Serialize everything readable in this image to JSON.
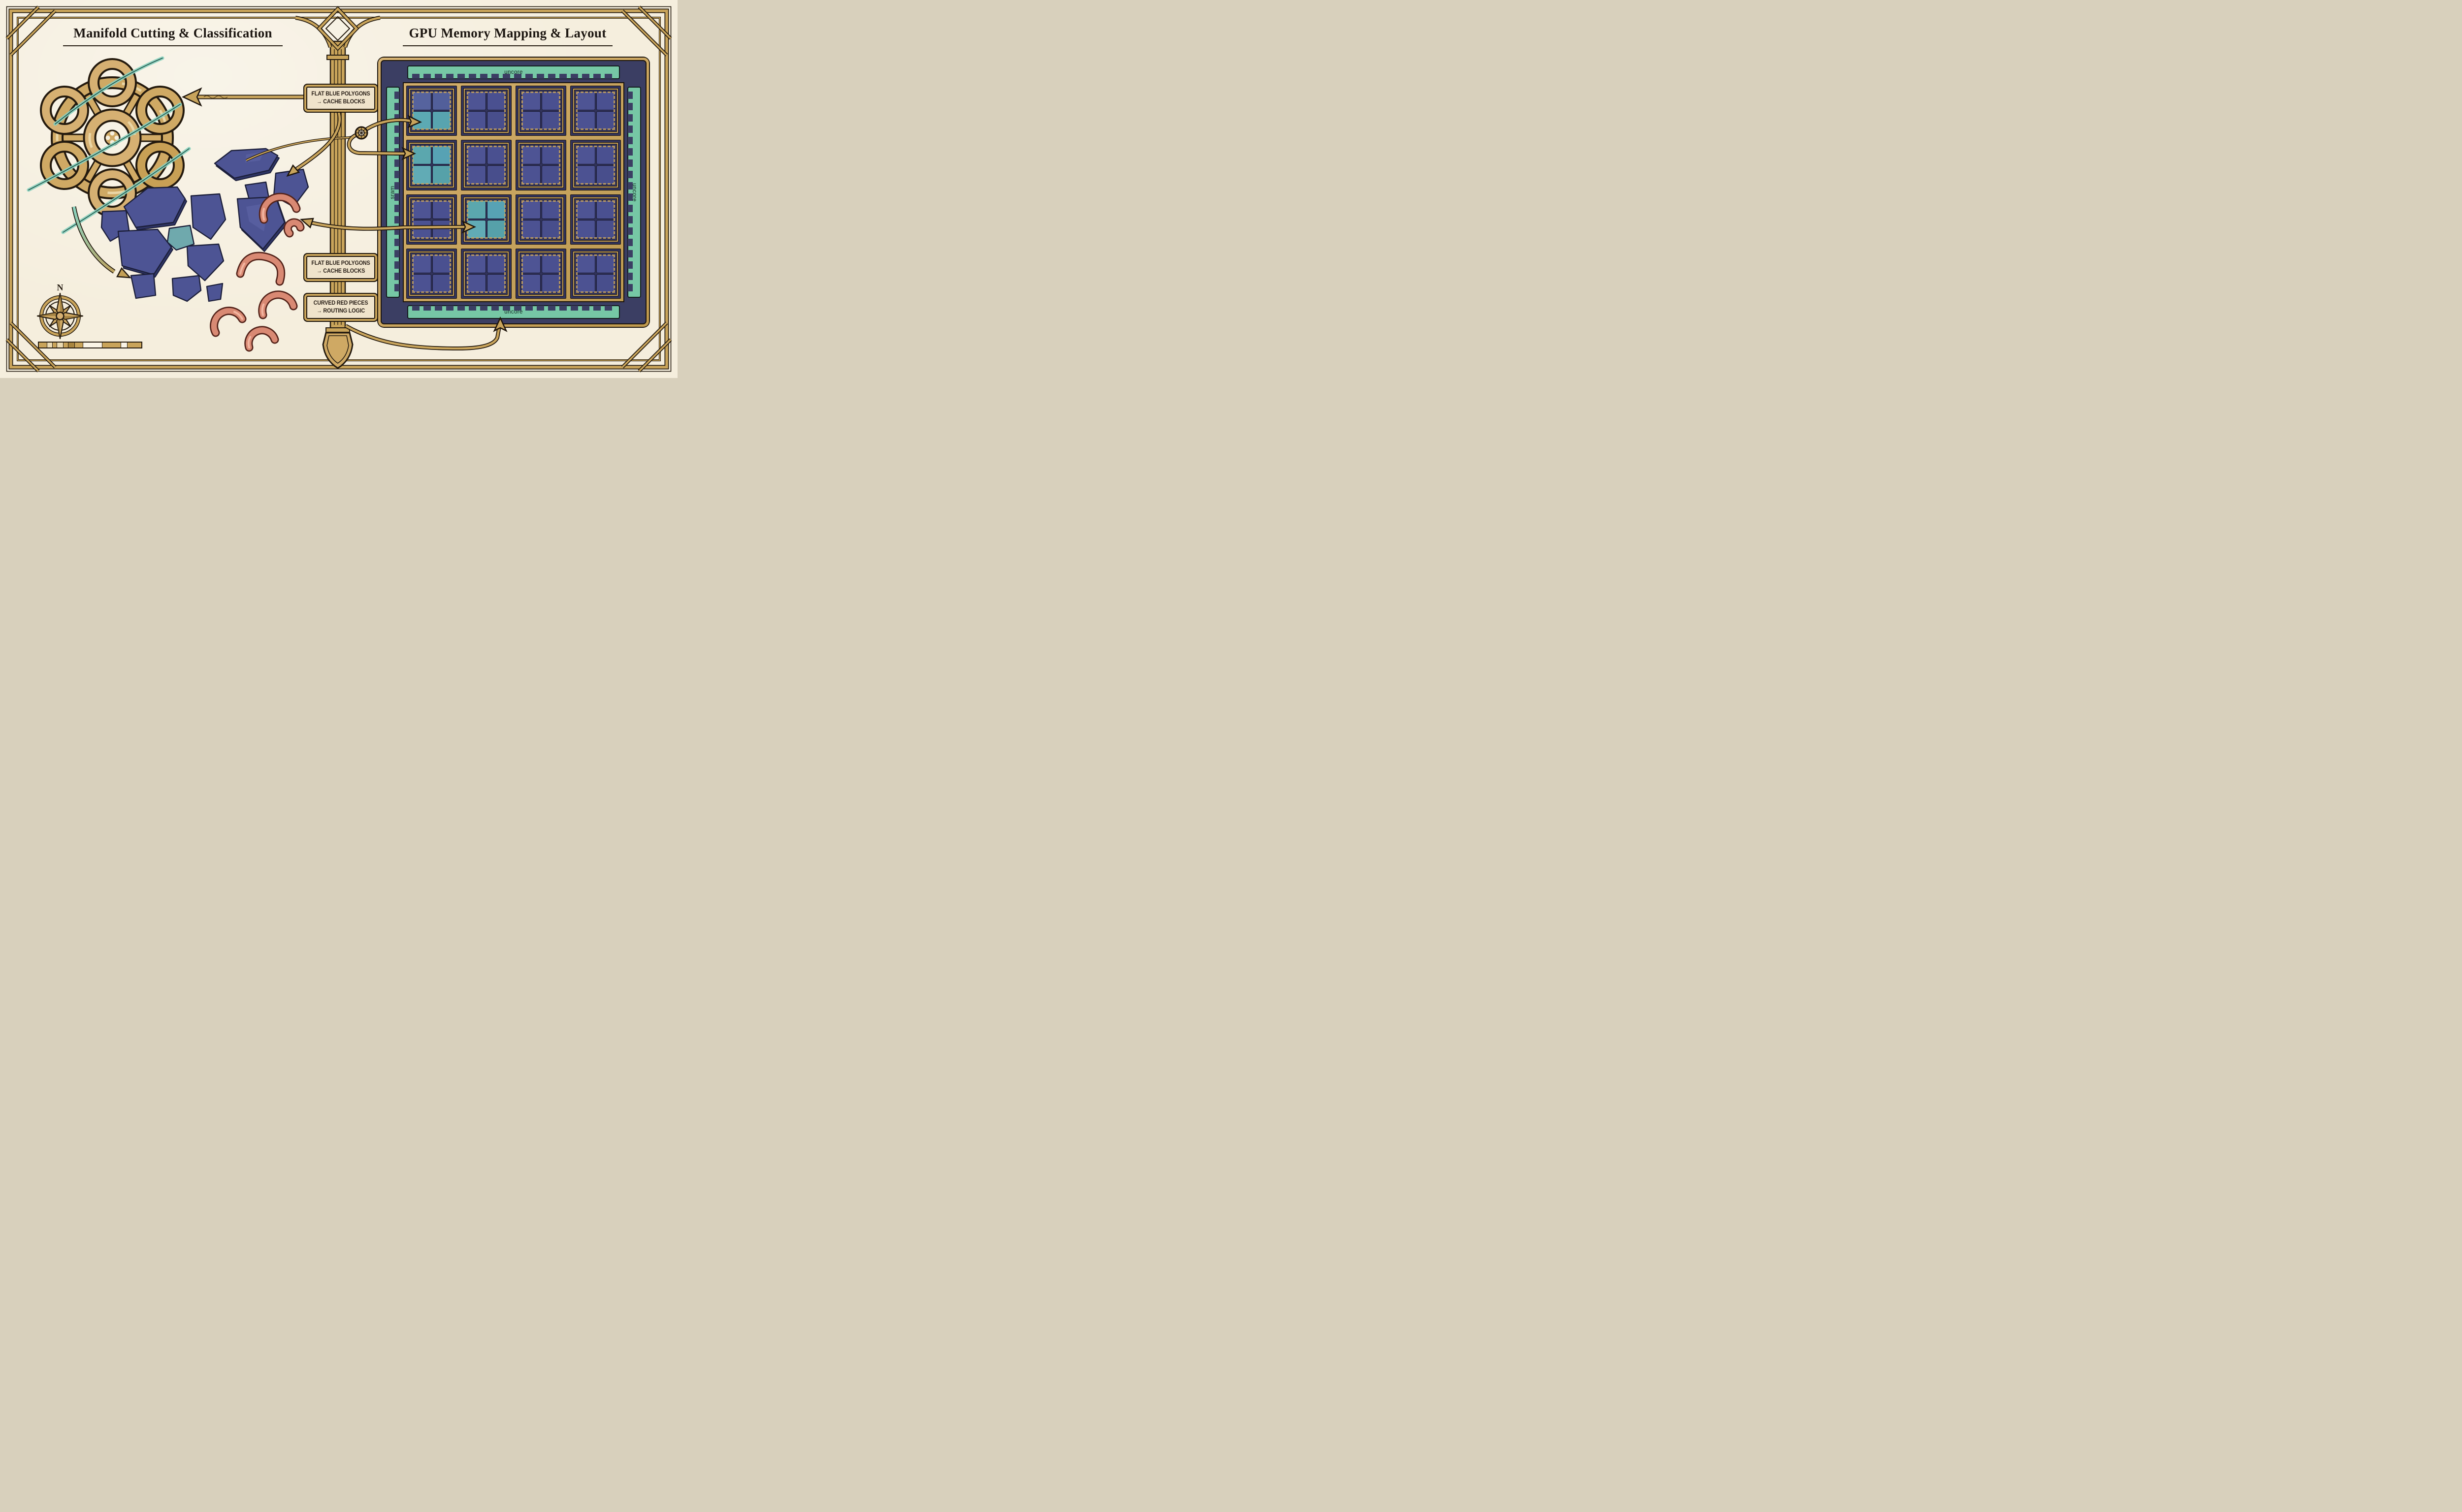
{
  "panels": {
    "left": {
      "title": "Manifold Cutting & Classification"
    },
    "right": {
      "title": "GPU Memory Mapping & Layout"
    }
  },
  "callouts": [
    {
      "lines": [
        "FLAT BLUE POLYGONS",
        "→ CACHE BLOCKS"
      ]
    },
    {
      "lines": [
        "FLAT BLUE POLYGONS",
        "→ CACHE BLOCKS"
      ]
    },
    {
      "lines": [
        "CURVED RED PIECES",
        "→ ROUTING LOGIC"
      ]
    }
  ],
  "gpu": {
    "labels": {
      "top": "uncore",
      "bottom": "uncore",
      "left": "sram",
      "right": "uncore"
    },
    "grid": {
      "rows": 4,
      "cols": 4,
      "tiles": [
        [
          "mixed",
          "navy",
          "navy",
          "navy"
        ],
        [
          "teal",
          "navy",
          "navy",
          "navy"
        ],
        [
          "navy",
          "teal",
          "navy",
          "navy"
        ],
        [
          "navy",
          "navy",
          "navy",
          "navy"
        ]
      ]
    }
  },
  "compass": {
    "north": "N"
  },
  "scale_bar": {
    "segments": [
      {
        "w": 8,
        "c": "gold"
      },
      {
        "w": 5,
        "c": "cream"
      },
      {
        "w": 4,
        "c": "gold"
      },
      {
        "w": 6,
        "c": "cream"
      },
      {
        "w": 5,
        "c": "gold"
      },
      {
        "w": 6,
        "c": "gold_dark"
      },
      {
        "w": 8,
        "c": "gold"
      },
      {
        "w": 19,
        "c": "paper"
      },
      {
        "w": 19,
        "c": "gold"
      },
      {
        "w": 6,
        "c": "paper"
      },
      {
        "w": 14,
        "c": "gold"
      }
    ]
  },
  "colors": {
    "parchment": "#f5eedd",
    "ink": "#22180e",
    "gold": "#c9a45a",
    "gold_dark": "#a8853f",
    "gold_light": "#ead6a6",
    "cream": "#ecdcb4",
    "paper": "#faf4e6",
    "navy_field": "#3b3e63",
    "teal_band": "#76c7a5",
    "blue_shard": "#4d5494",
    "red_piece": "#d98973",
    "cyan_slash": "#8ad2bf",
    "tile_palettes": {
      "navy": [
        "#4e5494",
        "#4a5090",
        "#4c5292",
        "#484e8c"
      ],
      "teal": [
        "#5ba7ae",
        "#57a2b4",
        "#61abb5",
        "#56a1a9"
      ],
      "mixed": [
        "#56639e",
        "#525f9a",
        "#5caab3",
        "#58a4af"
      ]
    }
  }
}
